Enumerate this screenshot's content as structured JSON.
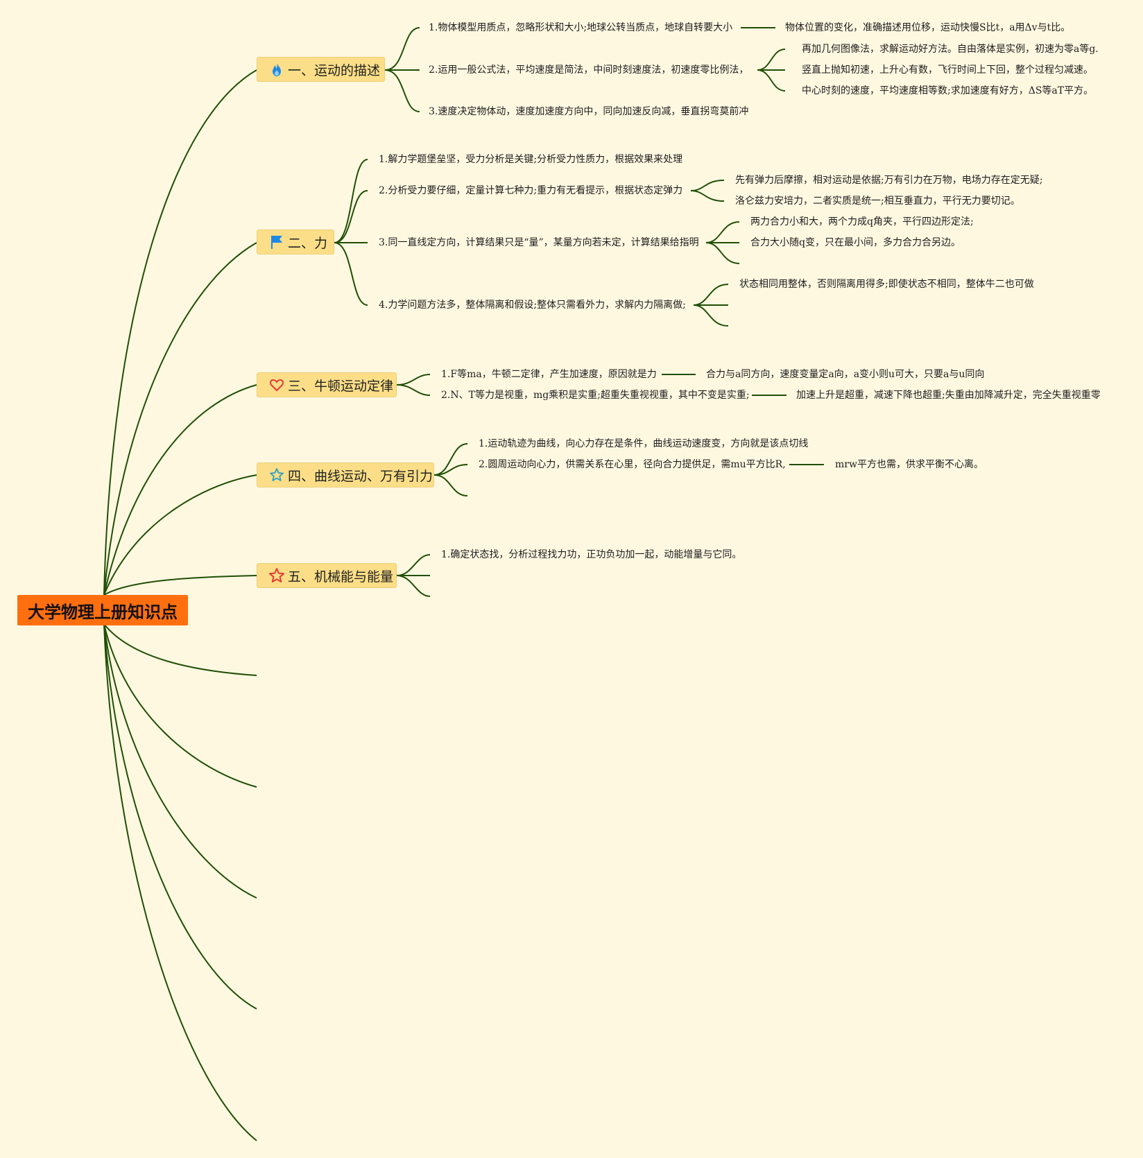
{
  "root": {
    "label": "大学物理上册知识点"
  },
  "branches": [
    {
      "label": "一、运动的描述",
      "icon": "flame-icon",
      "icon_color": "#1e88e5"
    },
    {
      "label": "二、力",
      "icon": "flag-icon",
      "icon_color": "#1e88e5"
    },
    {
      "label": "三、牛顿运动定律",
      "icon": "heart-icon",
      "icon_color": "#e53935"
    },
    {
      "label": "四、曲线运动、万有引力",
      "icon": "star-outline-icon",
      "icon_color": "#29a0c8"
    },
    {
      "label": "五、机械能与能量",
      "icon": "star-outline-icon",
      "icon_color": "#e53935"
    }
  ],
  "leaves": {
    "b1": [
      "1.物体模型用质点，忽略形状和大小;地球公转当质点，地球自转要大小",
      "物体位置的变化，准确描述用位移，运动快慢S比t，a用Δv与t比。",
      "2.运用一般公式法，平均速度是简法，中间时刻速度法，初速度零比例法，",
      "再加几何图像法，求解运动好方法。自由落体是实例，初速为零a等g.",
      "竖直上抛知初速，上升心有数，飞行时间上下回，整个过程匀减速。",
      "中心时刻的速度，平均速度相等数;求加速度有好方，ΔS等aT平方。",
      "3.速度决定物体动，速度加速度方向中，同向加速反向减，垂直拐弯莫前冲"
    ],
    "b2": [
      "1.解力学题堡垒坚，受力分析是关键;分析受力性质力，根据效果来处理",
      "2.分析受力要仔细，定量计算七种力;重力有无看提示，根据状态定弹力",
      "先有弹力后摩擦，相对运动是依据;万有引力在万物，电场力存在定无疑;",
      "洛仑兹力安培力，二者实质是统一;相互垂直力，平行无力要切记。",
      "3.同一直线定方向，计算结果只是“量”，某量方向若未定，计算结果给指明",
      "两力合力小和大，两个力成q角夹，平行四边形定法;",
      "合力大小随q变，只在最小间，多力合力合另边。",
      "4.力学问题方法多，整体隔离和假设;整体只需看外力，求解内力隔离做;",
      "状态相同用整体，否则隔离用得多;即使状态不相同，整体牛二也可做"
    ],
    "b3": [
      "1.F等ma，牛顿二定律，产生加速度，原因就是力",
      "合力与a同方向，速度变量定a向，a变小则u可大，只要a与u同向",
      "2.N、T等力是视重，mg乘积是实重;超重失重视视重，其中不变是实重;",
      "加速上升是超重，减速下降也超重;失重由加降减升定，完全失重视重零"
    ],
    "b4": [
      "1.运动轨迹为曲线，向心力存在是条件，曲线运动速度变，方向就是该点切线",
      "2.圆周运动向心力，供需关系在心里，径向合力提供足，需mu平方比R,",
      "mrw平方也需，供求平衡不心离。"
    ],
    "b5": [
      "1.确定状态找，分析过程找力功，正功负功加一起，动能增量与它同。"
    ]
  },
  "colors": {
    "background": "#fef8e1",
    "line": "#1f4f05",
    "root_fill": "#ff6f0f",
    "branch_fill": "#fbde87"
  }
}
